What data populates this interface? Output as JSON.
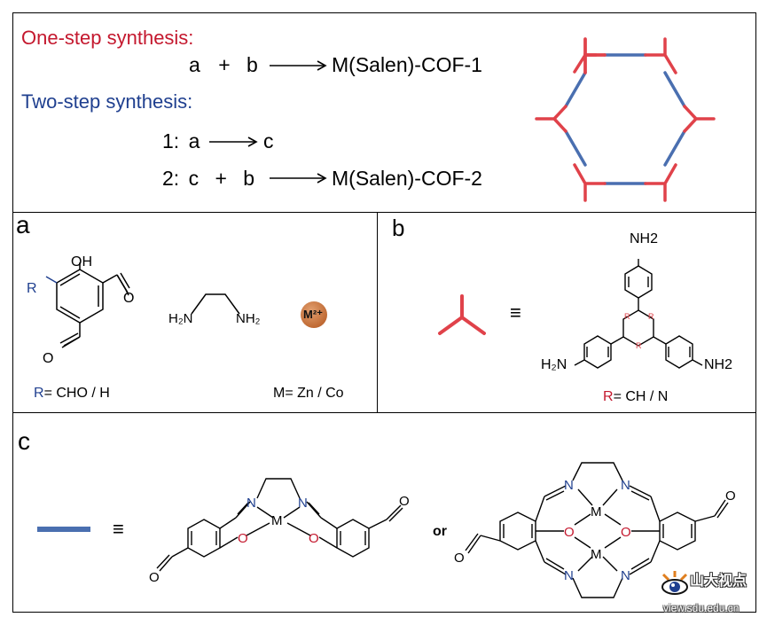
{
  "top": {
    "one_step_title": "One-step synthesis:",
    "one_step_eq": {
      "lhs_a": "a",
      "plus": "+",
      "lhs_b": "b",
      "product": "M(Salen)-COF-1"
    },
    "two_step_title": "Two-step synthesis:",
    "step1": {
      "num": "1:",
      "reactant": "a",
      "product": "c"
    },
    "step2": {
      "num": "2:",
      "lhs_c": "c",
      "plus": "+",
      "lhs_b": "b",
      "product": "M(Salen)-COF-2"
    },
    "colors": {
      "red": "#c4182e",
      "blue": "#1f3f8f",
      "hex_red": "#e0424a",
      "hex_blue": "#4a6fb0"
    }
  },
  "panel_a": {
    "label": "a",
    "oh": "OH",
    "o1": "O",
    "o2": "O",
    "r": "R",
    "h2n": "H₂N",
    "nh2": "NH₂",
    "metal_badge": "M²⁺",
    "r_def_prefix": "R",
    "r_def_rest": "= CHO / H",
    "m_def": "M= Zn / Co"
  },
  "panel_b": {
    "label": "b",
    "equiv": "≡",
    "nh2_top": "NH2",
    "h2n_left": "H₂N",
    "nh2_right": "NH2",
    "ring_r": "R",
    "r_def_prefix": "R",
    "r_def_rest": "= CH / N"
  },
  "panel_c": {
    "label": "c",
    "equiv": "≡",
    "or": "or",
    "n": "N",
    "m": "M",
    "o": "O"
  },
  "watermark": {
    "brand": "山大视点",
    "url": "view.sdu.edu.cn"
  }
}
